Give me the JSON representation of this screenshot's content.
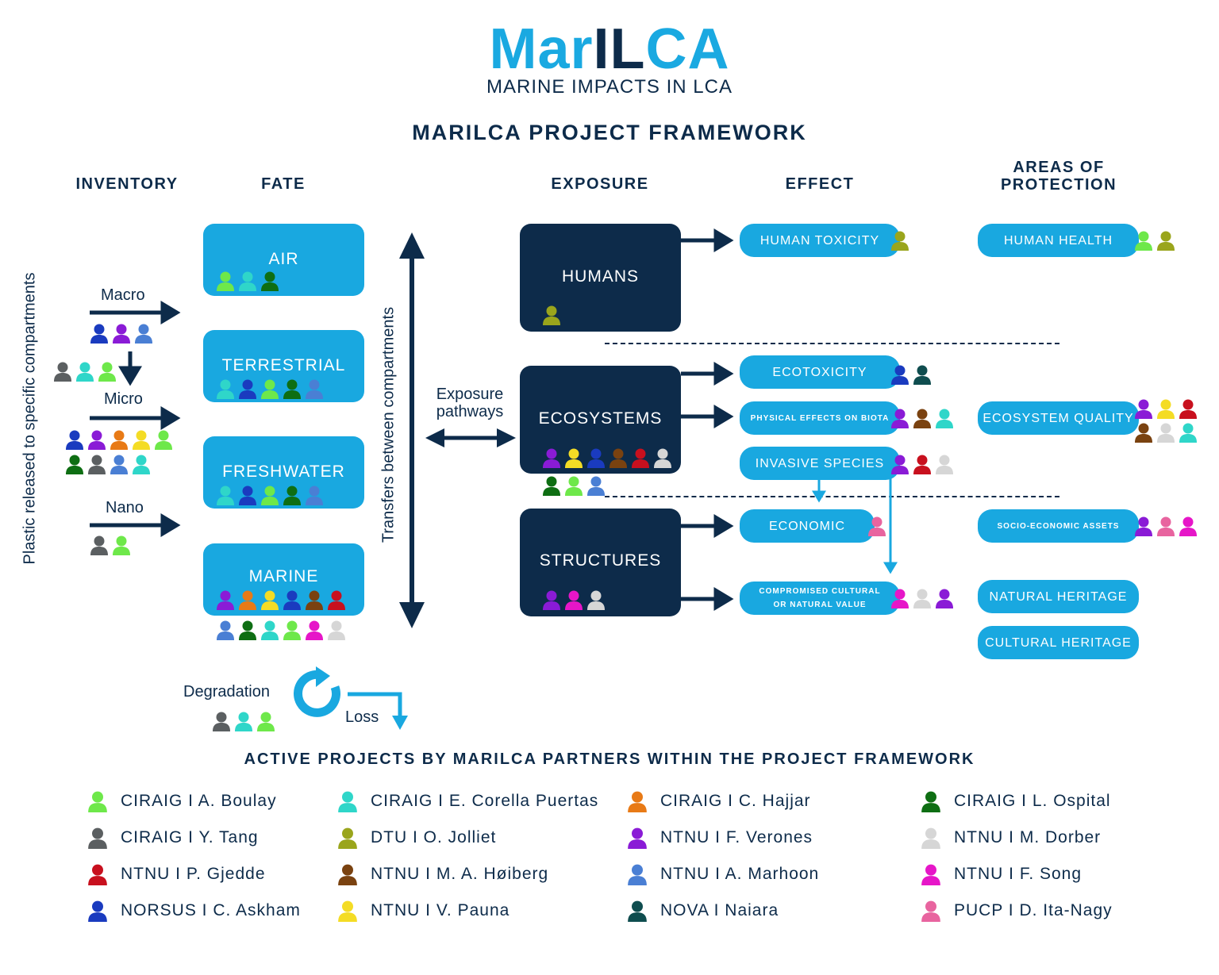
{
  "logo": {
    "text_left": "Mar",
    "text_mid": "IL",
    "text_right": "CA",
    "subtitle": "MARINE IMPACTS IN LCA"
  },
  "title": "MARILCA PROJECT FRAMEWORK",
  "columns": {
    "inventory": "INVENTORY",
    "fate": "FATE",
    "exposure": "EXPOSURE",
    "effect": "EFFECT",
    "aop_line1": "AREAS OF",
    "aop_line2": "PROTECTION"
  },
  "inventory": {
    "side_label": "Plastic released to specific compartments",
    "macro": "Macro",
    "micro": "Micro",
    "nano": "Nano",
    "macro_people": [
      "#1a3bbf",
      "#8a1bd6",
      "#4a7fd4"
    ],
    "side_people": [
      "#5b5f61",
      "#2fd6c9",
      "#6ee84a"
    ],
    "micro_people_row1": [
      "#1a3bbf",
      "#8a1bd6",
      "#e87a16",
      "#f4dc25",
      "#6ee84a"
    ],
    "micro_people_row2": [
      "#0e6e13",
      "#5b5f61",
      "#4a7fd4",
      "#2fd6c9"
    ],
    "nano_people": [
      "#5b5f61",
      "#6ee84a"
    ]
  },
  "fate": {
    "air": "AIR",
    "terrestrial": "TERRESTRIAL",
    "freshwater": "FRESHWATER",
    "marine": "MARINE",
    "air_people": [
      "#6ee84a",
      "#2fd6c9",
      "#0e6e13"
    ],
    "terrestrial_people": [
      "#2fd6c9",
      "#1a3bbf",
      "#6ee84a",
      "#0e6e13",
      "#4a7fd4"
    ],
    "freshwater_people": [
      "#2fd6c9",
      "#1a3bbf",
      "#6ee84a",
      "#0e6e13",
      "#4a7fd4"
    ],
    "marine_people_row1": [
      "#8a1bd6",
      "#e87a16",
      "#f4dc25",
      "#1a3bbf",
      "#7a4210",
      "#c8101e"
    ],
    "marine_people_row2": [
      "#4a7fd4",
      "#0e6e13",
      "#2fd6c9",
      "#6ee84a",
      "#e616c8",
      "#d6d6d6"
    ],
    "transfers": "Transfers between compartments",
    "degradation": "Degradation",
    "loss": "Loss",
    "degradation_people": [
      "#5b5f61",
      "#2fd6c9",
      "#6ee84a"
    ]
  },
  "exposure": {
    "pathways_line1": "Exposure",
    "pathways_line2": "pathways",
    "humans": "HUMANS",
    "ecosystems": "ECOSYSTEMS",
    "structures": "STRUCTURES",
    "humans_people": [
      "#9aa51c"
    ],
    "ecosystems_people": [
      "#8a1bd6",
      "#f4dc25",
      "#1a3bbf",
      "#7a4210",
      "#c8101e",
      "#d6d6d6"
    ],
    "ecosystems_people_below": [
      "#0e6e13",
      "#6ee84a",
      "#4a7fd4"
    ],
    "structures_people": [
      "#8a1bd6",
      "#e616c8",
      "#d6d6d6"
    ]
  },
  "effect": {
    "human_toxicity": "HUMAN TOXICITY",
    "human_toxicity_people": [
      "#9aa51c"
    ],
    "ecotoxicity": "ECOTOXICITY",
    "ecotoxicity_people": [
      "#1a3bbf",
      "#0f4d4f"
    ],
    "physical": "PHYSICAL EFFECTS ON BIOTA",
    "physical_people": [
      "#8a1bd6",
      "#7a4210",
      "#2fd6c9"
    ],
    "invasive": "INVASIVE SPECIES",
    "invasive_people": [
      "#8a1bd6",
      "#c8101e",
      "#d6d6d6"
    ],
    "economic": "ECONOMIC",
    "economic_people": [
      "#e8649f"
    ],
    "compromised_line1": "COMPROMISED CULTURAL",
    "compromised_line2": "OR NATURAL VALUE",
    "compromised_people": [
      "#e616c8",
      "#d6d6d6",
      "#8a1bd6"
    ]
  },
  "aop": {
    "human_health": "HUMAN HEALTH",
    "human_health_people": [
      "#6ee84a",
      "#9aa51c"
    ],
    "ecosystem_quality": "ECOSYSTEM QUALITY",
    "ecosystem_quality_people_row1": [
      "#8a1bd6",
      "#f4dc25",
      "#c8101e"
    ],
    "ecosystem_quality_people_row2": [
      "#7a4210",
      "#d6d6d6",
      "#2fd6c9"
    ],
    "socio": "SOCIO-ECONOMIC ASSETS",
    "socio_people": [
      "#8a1bd6",
      "#e8649f",
      "#e616c8"
    ],
    "natural_heritage": "NATURAL HERITAGE",
    "cultural_heritage": "CULTURAL HERITAGE"
  },
  "legend": {
    "title": "ACTIVE PROJECTS BY MARILCA PARTNERS WITHIN THE PROJECT FRAMEWORK",
    "items": [
      {
        "label": "CIRAIG I A. Boulay",
        "color": "#6ee84a"
      },
      {
        "label": "CIRAIG I Y. Tang",
        "color": "#5b5f61"
      },
      {
        "label": "NTNU I P. Gjedde",
        "color": "#c8101e"
      },
      {
        "label": "NORSUS I C. Askham",
        "color": "#1a3bbf"
      },
      {
        "label": "CIRAIG I E. Corella Puertas",
        "color": "#2fd6c9"
      },
      {
        "label": "DTU I O. Jolliet",
        "color": "#9aa51c"
      },
      {
        "label": "NTNU I M. A. Høiberg",
        "color": "#7a4210"
      },
      {
        "label": "NTNU I V. Pauna",
        "color": "#f4dc25"
      },
      {
        "label": "CIRAIG I C. Hajjar",
        "color": "#e87a16"
      },
      {
        "label": "NTNU I F. Verones",
        "color": "#8a1bd6"
      },
      {
        "label": "NTNU I A. Marhoon",
        "color": "#4a7fd4"
      },
      {
        "label": "NOVA I Naiara",
        "color": "#0f4d4f"
      },
      {
        "label": "CIRAIG I L. Ospital",
        "color": "#0e6e13"
      },
      {
        "label": "NTNU I M. Dorber",
        "color": "#d6d6d6"
      },
      {
        "label": "NTNU I F. Song",
        "color": "#e616c8"
      },
      {
        "label": "PUCP I D. Ita-Nagy",
        "color": "#e8649f"
      }
    ]
  },
  "colors": {
    "navy": "#0d2b4a",
    "accent": "#19a8e0"
  }
}
